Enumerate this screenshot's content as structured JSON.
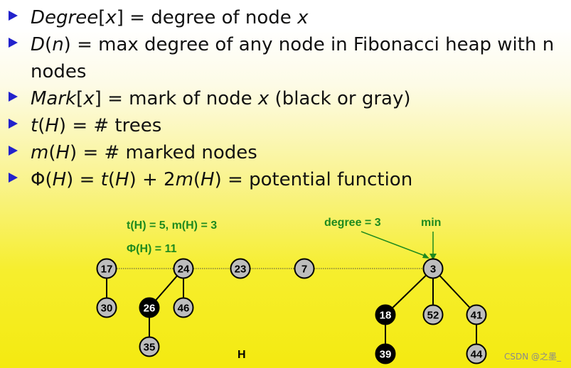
{
  "bullets": [
    {
      "parts": [
        {
          "t": "Degree",
          "i": true
        },
        {
          "t": "[",
          "i": false
        },
        {
          "t": "x",
          "i": true
        },
        {
          "t": "] = degree of node ",
          "i": false
        },
        {
          "t": "x",
          "i": true
        }
      ]
    },
    {
      "parts": [
        {
          "t": "D",
          "i": true
        },
        {
          "t": "(",
          "i": false
        },
        {
          "t": "n",
          "i": true
        },
        {
          "t": ") = max degree of any node in Fibonacci heap with n",
          "i": false
        }
      ],
      "continuation": "nodes"
    },
    {
      "parts": [
        {
          "t": "Mark",
          "i": true
        },
        {
          "t": "[",
          "i": false
        },
        {
          "t": "x",
          "i": true
        },
        {
          "t": "] = mark of node ",
          "i": false
        },
        {
          "t": "x",
          "i": true
        },
        {
          "t": " (black or gray)",
          "i": false
        }
      ]
    },
    {
      "parts": [
        {
          "t": "t",
          "i": true
        },
        {
          "t": "(",
          "i": false
        },
        {
          "t": "H",
          "i": true
        },
        {
          "t": ") = # trees",
          "i": false
        }
      ]
    },
    {
      "parts": [
        {
          "t": "m",
          "i": true
        },
        {
          "t": "(",
          "i": false
        },
        {
          "t": "H",
          "i": true
        },
        {
          "t": ") = # marked nodes",
          "i": false
        }
      ]
    },
    {
      "parts": [
        {
          "t": "Φ(",
          "i": false
        },
        {
          "t": "H",
          "i": true
        },
        {
          "t": ") = ",
          "i": false
        },
        {
          "t": "t",
          "i": true
        },
        {
          "t": "(",
          "i": false
        },
        {
          "t": "H",
          "i": true
        },
        {
          "t": ") + 2",
          "i": false
        },
        {
          "t": "m",
          "i": true
        },
        {
          "t": "(",
          "i": false
        },
        {
          "t": "H",
          "i": true
        },
        {
          "t": ") = potential function",
          "i": false
        }
      ]
    }
  ],
  "diagram": {
    "annotation_counts": "t(H) = 5,  m(H) = 3",
    "annotation_potential": "Φ(H) = 11",
    "annotation_degree": "degree = 3",
    "annotation_min": "min",
    "heap_label": "H",
    "nodes": [
      {
        "id": "n17",
        "key": "17",
        "marked": false
      },
      {
        "id": "n30",
        "key": "30",
        "marked": false
      },
      {
        "id": "n24",
        "key": "24",
        "marked": false
      },
      {
        "id": "n26",
        "key": "26",
        "marked": true
      },
      {
        "id": "n46",
        "key": "46",
        "marked": false
      },
      {
        "id": "n35",
        "key": "35",
        "marked": false
      },
      {
        "id": "n23",
        "key": "23",
        "marked": false
      },
      {
        "id": "n7",
        "key": "7",
        "marked": false
      },
      {
        "id": "n3",
        "key": "3",
        "marked": false
      },
      {
        "id": "n18",
        "key": "18",
        "marked": true
      },
      {
        "id": "n52",
        "key": "52",
        "marked": false
      },
      {
        "id": "n41",
        "key": "41",
        "marked": false
      },
      {
        "id": "n39",
        "key": "39",
        "marked": true
      },
      {
        "id": "n44",
        "key": "44",
        "marked": false
      }
    ],
    "edges": [
      [
        "n17",
        "n30"
      ],
      [
        "n24",
        "n26"
      ],
      [
        "n24",
        "n46"
      ],
      [
        "n26",
        "n35"
      ],
      [
        "n3",
        "n18"
      ],
      [
        "n3",
        "n52"
      ],
      [
        "n3",
        "n41"
      ],
      [
        "n18",
        "n39"
      ],
      [
        "n41",
        "n44"
      ]
    ],
    "root_list": [
      "n17",
      "n24",
      "n23",
      "n7",
      "n3"
    ],
    "colors": {
      "unmarked_fill": "#bdbdbd",
      "marked_fill": "#000000",
      "annotation": "#1e8a1e",
      "bullet": "#2222cc"
    }
  },
  "watermark": "CSDN @之墨_"
}
